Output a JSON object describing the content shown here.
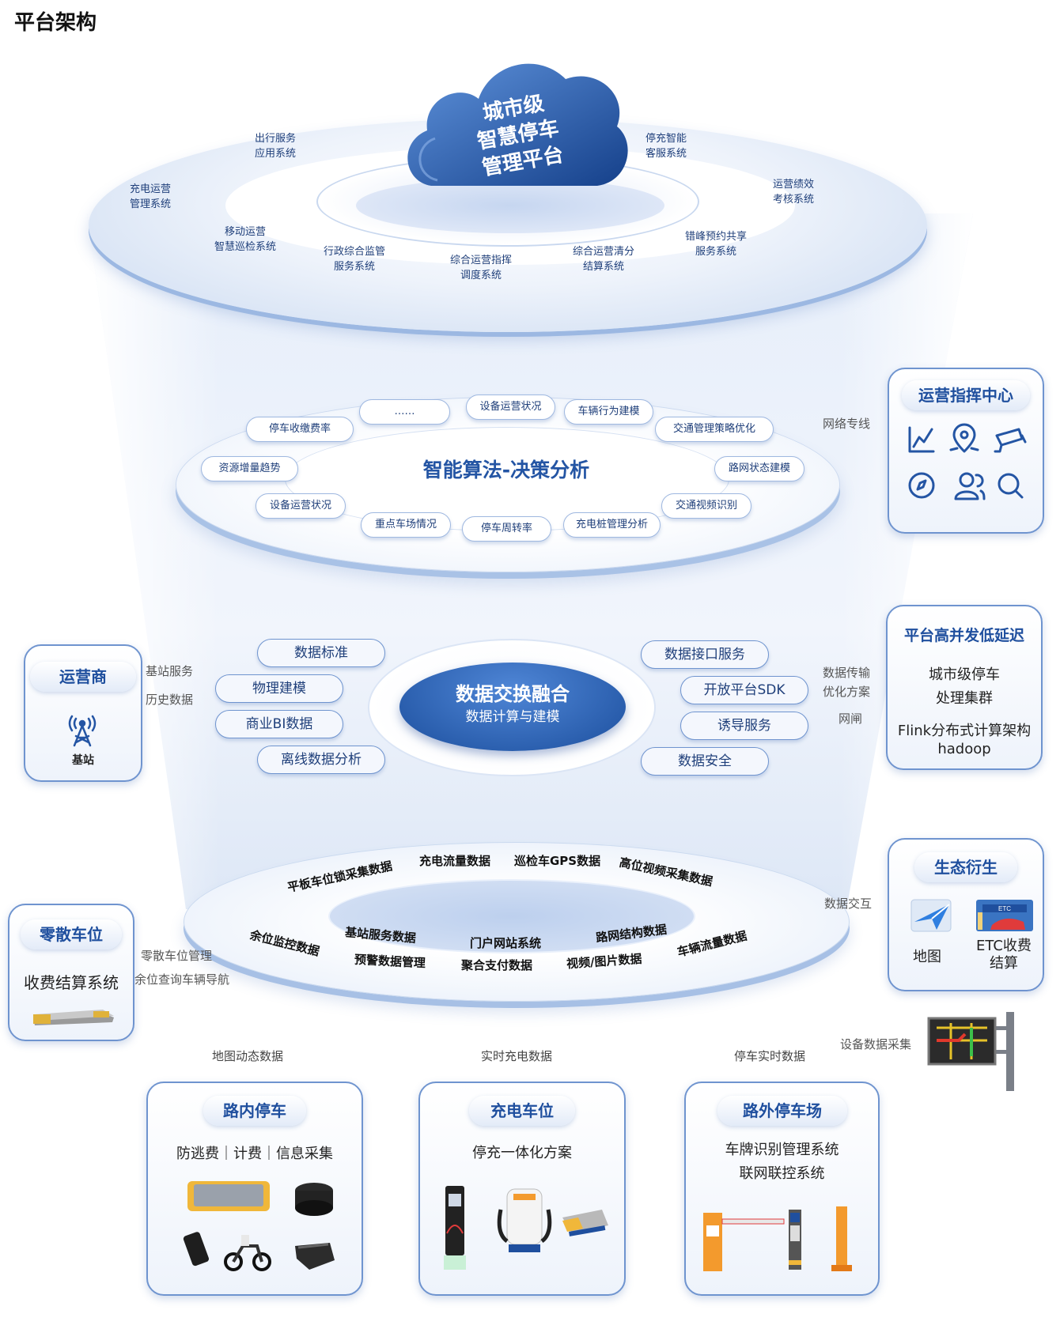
{
  "page_title": "平台架构",
  "cloud": {
    "line1": "城市级",
    "line2": "智慧停车",
    "line3": "管理平台"
  },
  "top_ring_labels": [
    "出行服务\n应用系统",
    "停充智能\n客服系统",
    "充电运营\n管理系统",
    "运营绩效\n考核系统",
    "移动运营\n智慧巡检系统",
    "错峰预约共享\n服务系统",
    "行政综合监管\n服务系统",
    "综合运营指挥\n调度系统",
    "综合运营清分\n结算系统"
  ],
  "algorithm": {
    "title": "智能算法-决策分析",
    "pills": [
      "……",
      "设备运营状况",
      "车辆行为建模",
      "停车收缴费率",
      "交通管理策略优化",
      "资源增量趋势",
      "路网状态建模",
      "设备运营状况",
      "交通视频识别",
      "重点车场情况",
      "停车周转率",
      "充电桩管理分析"
    ]
  },
  "data_exchange": {
    "title": "数据交换融合",
    "subtitle": "数据计算与建模",
    "left_pills": [
      "数据标准",
      "物理建模",
      "商业BI数据",
      "离线数据分析"
    ],
    "right_pills": [
      "数据接口服务",
      "开放平台SDK",
      "诱导服务",
      "数据安全"
    ]
  },
  "bottom_ring_labels": [
    "平板车位锁采集数据",
    "充电流量数据",
    "巡检车GPS数据",
    "高位视频采集数据",
    "余位监控数据",
    "基站服务数据",
    "门户网站系统",
    "路网结构数据",
    "车辆流量数据",
    "预警数据管理",
    "聚合支付数据",
    "视频/图片数据"
  ],
  "ops_center": {
    "title": "运营指挥中心",
    "link_label": "网络专线",
    "icons": [
      "line-chart-icon",
      "map-pin-icon",
      "camera-icon",
      "compass-icon",
      "users-icon",
      "search-icon"
    ]
  },
  "high_concurrency": {
    "title": "平台高并发低延迟",
    "link_labels": [
      "数据传输",
      "优化方案",
      "网闸"
    ],
    "lines": [
      "城市级停车",
      "处理集群",
      "Flink分布式计算架构",
      "hadoop"
    ]
  },
  "ecology": {
    "title": "生态衍生",
    "link_label": "数据交互",
    "items": [
      {
        "label": "地图",
        "icon": "map-app-icon"
      },
      {
        "label": "ETC收费\n结算",
        "icon": "etc-icon"
      }
    ]
  },
  "operator": {
    "title": "运营商",
    "link_labels": [
      "基站服务",
      "历史数据"
    ],
    "item_label": "基站",
    "icon": "tower-icon"
  },
  "scattered": {
    "title": "零散车位",
    "subtitle": "收费结算系统",
    "link_labels": [
      "零散车位管理",
      "余位查询车辆导航"
    ]
  },
  "guidance": {
    "label": "设备数据采集"
  },
  "bottom_cards": [
    {
      "top_label": "地图动态数据",
      "title": "路内停车",
      "desc": "防逃费｜计费｜信息采集"
    },
    {
      "top_label": "实时充电数据",
      "title": "充电车位",
      "desc": "停充一体化方案"
    },
    {
      "top_label": "停车实时数据",
      "title": "路外停车场",
      "desc": "车牌识别管理系统\n联网联控系统"
    }
  ],
  "colors": {
    "primary": "#2455a4",
    "border": "#6f94cf",
    "light": "#eef3fb",
    "orange": "#f39a2d"
  }
}
